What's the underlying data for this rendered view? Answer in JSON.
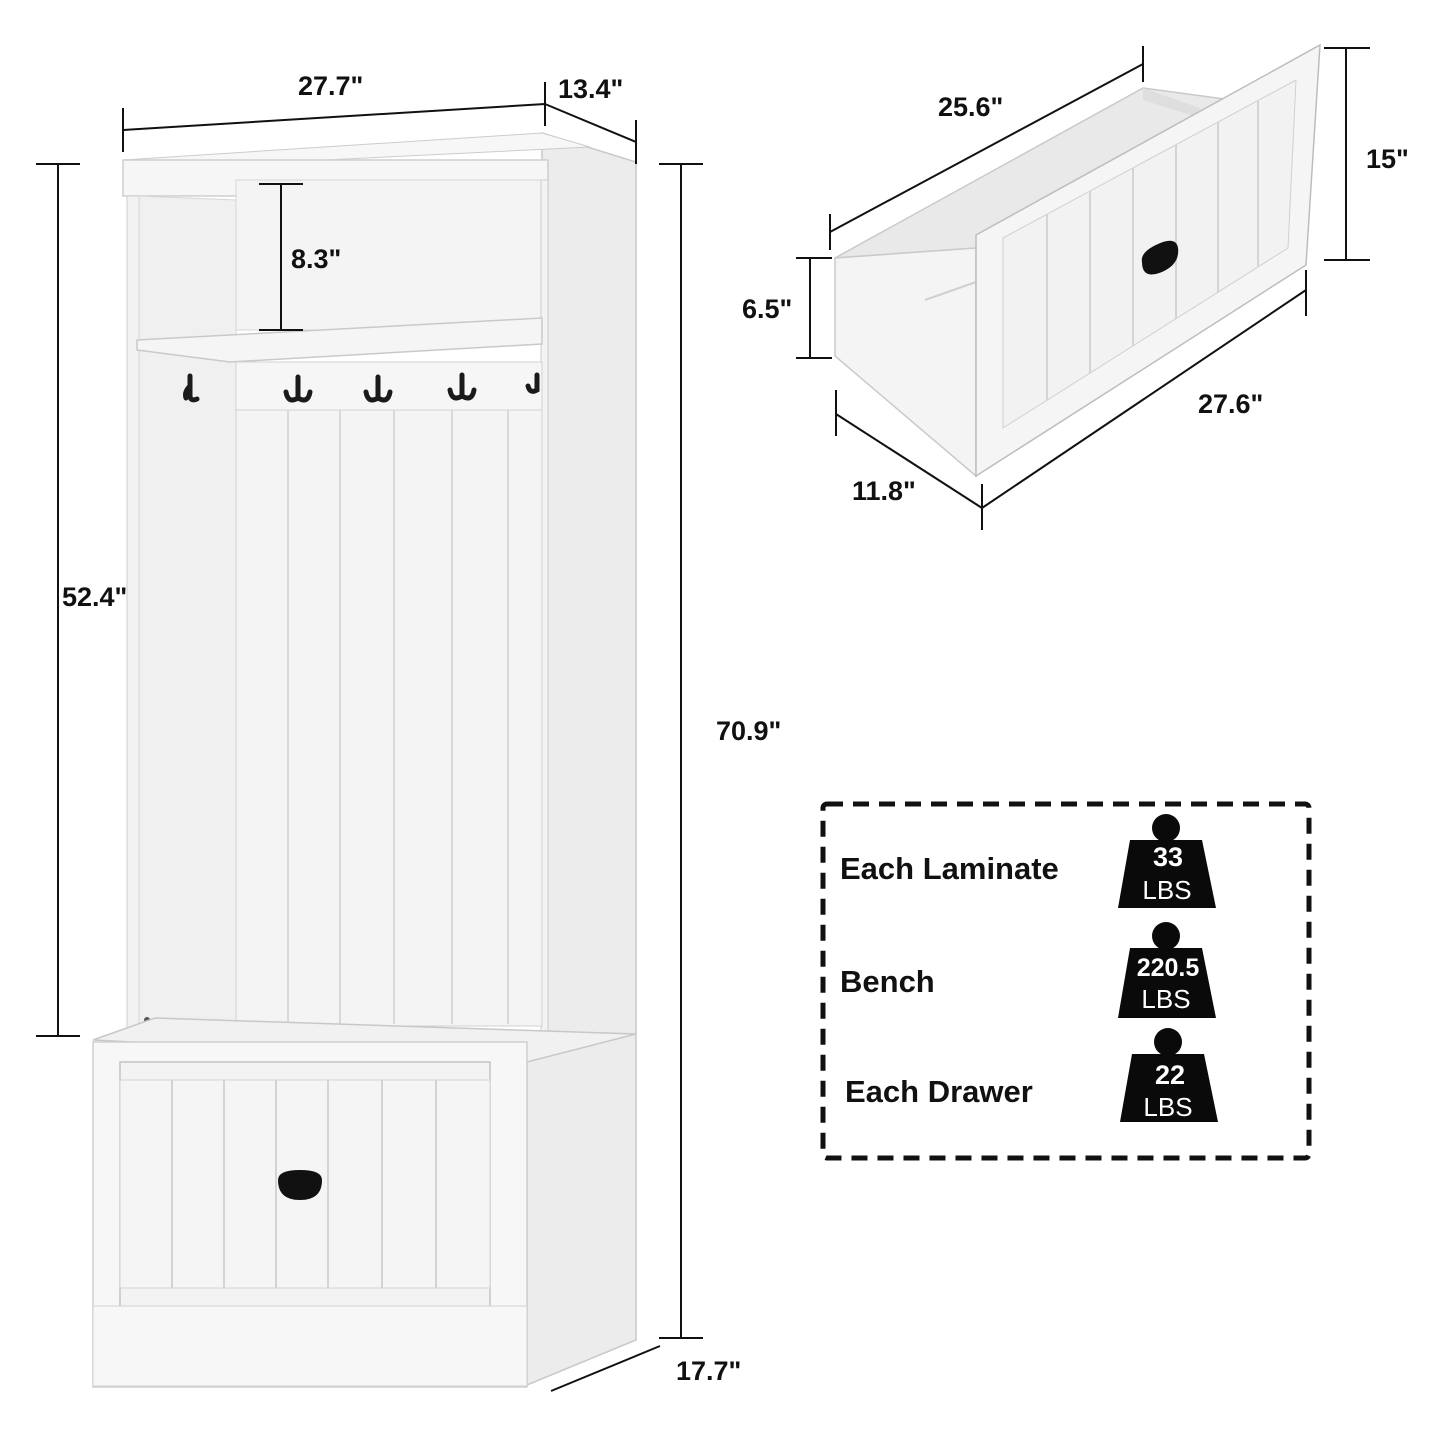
{
  "cabinet": {
    "width": "27.7\"",
    "depth_top": "13.4\"",
    "shelf_height": "8.3\"",
    "upper_height": "52.4\"",
    "total_height": "70.9\"",
    "bench_depth": "17.7\""
  },
  "drawer": {
    "length_top": "25.6\"",
    "face_height": "15\"",
    "box_height": "6.5\"",
    "face_width": "27.6\"",
    "depth": "11.8\""
  },
  "capacity": {
    "items": [
      {
        "label": "Each Laminate",
        "value": "33",
        "unit": "LBS"
      },
      {
        "label": "Bench",
        "value": "220.5",
        "unit": "LBS"
      },
      {
        "label": "Each Drawer",
        "value": "22",
        "unit": "LBS"
      }
    ]
  },
  "colors": {
    "furniture": "#f2f2f2",
    "line": "#111111",
    "weight_icon": "#0a0a0a"
  }
}
